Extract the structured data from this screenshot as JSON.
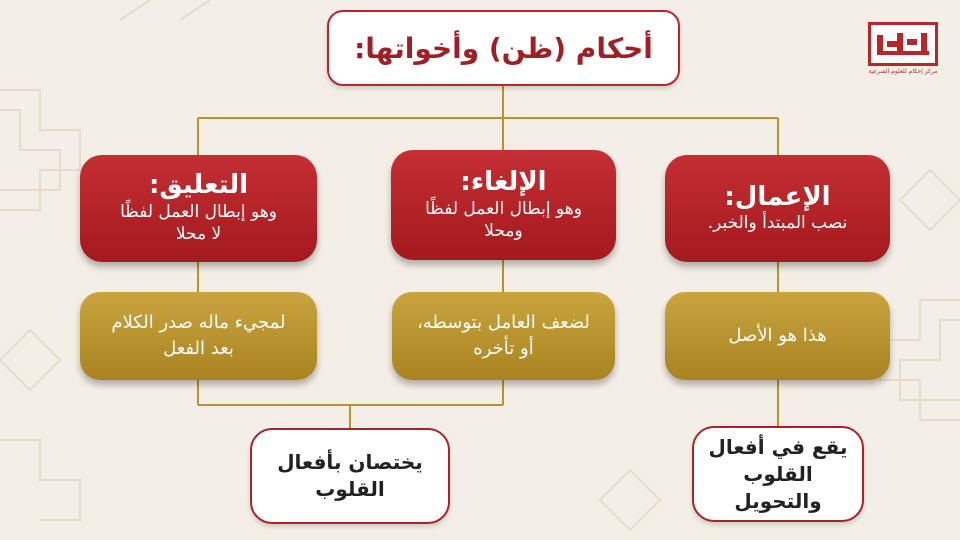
{
  "title": "أحكام (ظن) وأخواتها:",
  "logo": {
    "name": "إحكام",
    "tagline": "مركز إحكام للعلوم الشرعية"
  },
  "branches": [
    {
      "heading": "الإعمال:",
      "detail": "نصب المبتدأ والخبر.",
      "reason": "هذا هو الأصل"
    },
    {
      "heading": "الإلغاء:",
      "detail": "وهو إبطال العمل لفظًا ومحلا",
      "reason": "لضعف العامل بتوسطه، أو تأخره"
    },
    {
      "heading": "التعليق:",
      "detail": "وهو إبطال العمل لفظًا لا محلا",
      "reason": "لمجيء ماله صدر الكلام بعد الفعل"
    }
  ],
  "notes": {
    "ilmal": "يقع في أفعال القلوب والتحويل",
    "ilgha_taliq": "يختصان بأفعال القلوب"
  },
  "colors": {
    "red": "#b8262b",
    "gold": "#b8922e",
    "background": "#f4efe6"
  }
}
